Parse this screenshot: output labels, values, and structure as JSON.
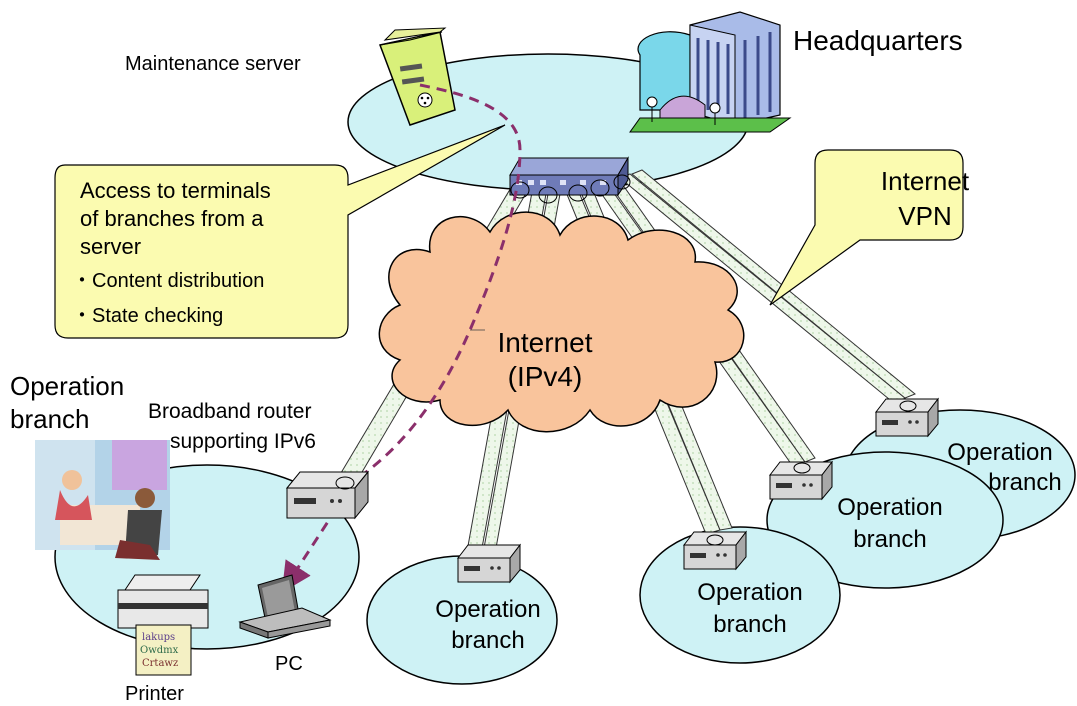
{
  "headquarters": {
    "label": "Headquarters",
    "server_label": "Maintenance server"
  },
  "callout_access": {
    "line1": "Access to terminals",
    "line2": "of branches from a",
    "line3": "server",
    "bullet1": "・Content distribution",
    "bullet2": "・State checking"
  },
  "callout_vpn": {
    "line1": "Internet",
    "line2": "VPN"
  },
  "internet": {
    "line1": "Internet",
    "line2": "(IPv4)"
  },
  "left_branch": {
    "label_line1": "Operation",
    "label_line2": "branch",
    "router_line1": "Broadband router",
    "router_line2": "supporting IPv6",
    "pc_label": "PC",
    "printer_label": "Printer"
  },
  "branches": [
    {
      "line1": "Operation",
      "line2": "branch"
    },
    {
      "line1": "Operation",
      "line2": "branch"
    },
    {
      "line1": "Operation",
      "line2": "branch"
    },
    {
      "line1": "Operation",
      "line2": "branch"
    }
  ],
  "colors": {
    "site_fill": "#cef2f5",
    "cloud_fill": "#f9c49c",
    "callout_fill": "#fbfbb0",
    "tunnel_fill": "#eef7ea",
    "dash_path": "#8b2f6b"
  }
}
